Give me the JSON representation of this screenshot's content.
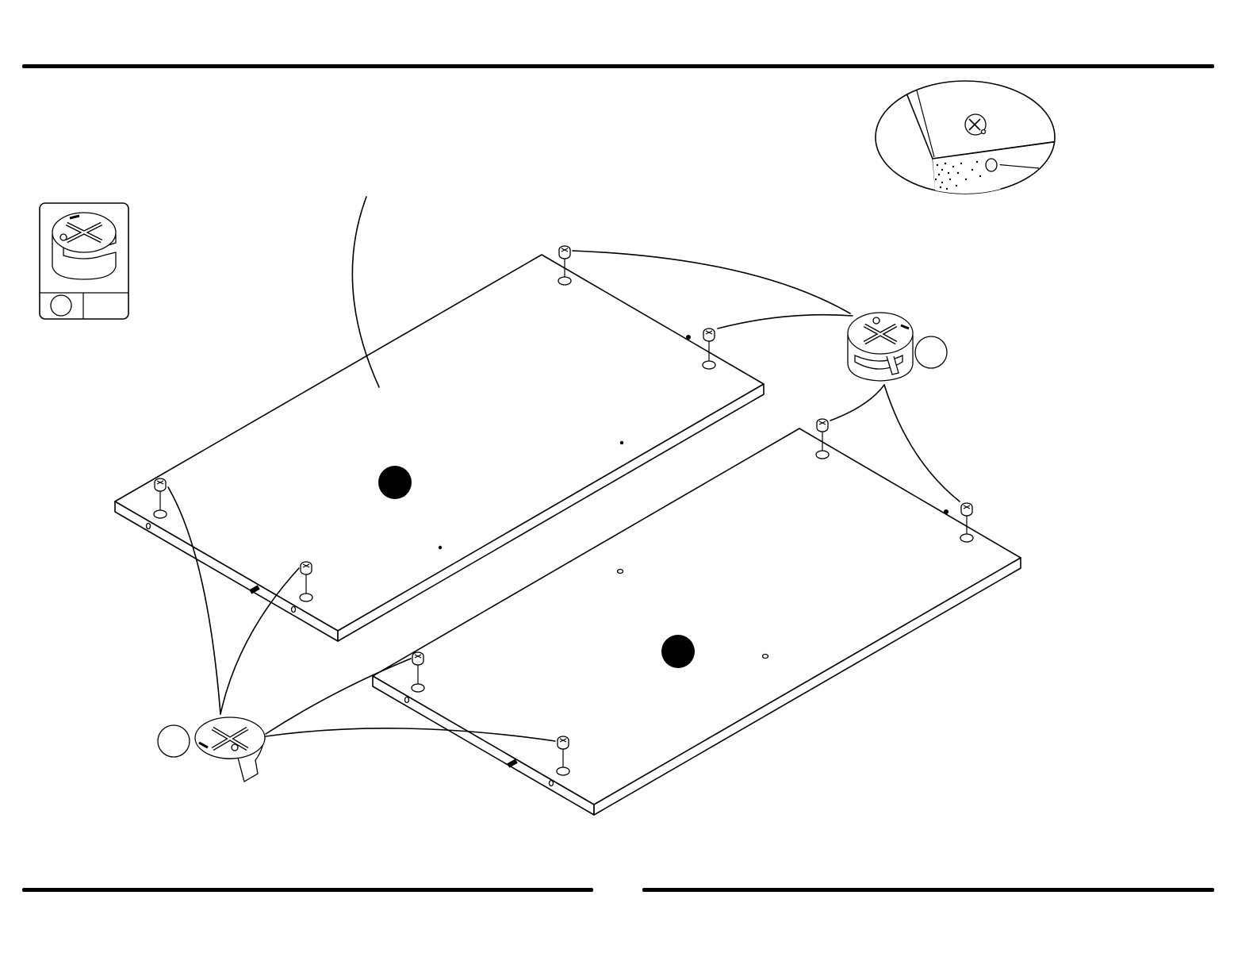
{
  "figure": {
    "panels": [
      {
        "id": "upper-panel",
        "label": "",
        "has_label_marker": true
      },
      {
        "id": "lower-panel",
        "label": "",
        "has_label_marker": true
      }
    ],
    "parts": [
      {
        "id": "cam-lock",
        "icon": "cam-lock-icon",
        "legend_letter": "",
        "quantity": ""
      }
    ],
    "detail_view": {
      "icon": "cross-screw-detail-icon",
      "description_text": ""
    }
  }
}
